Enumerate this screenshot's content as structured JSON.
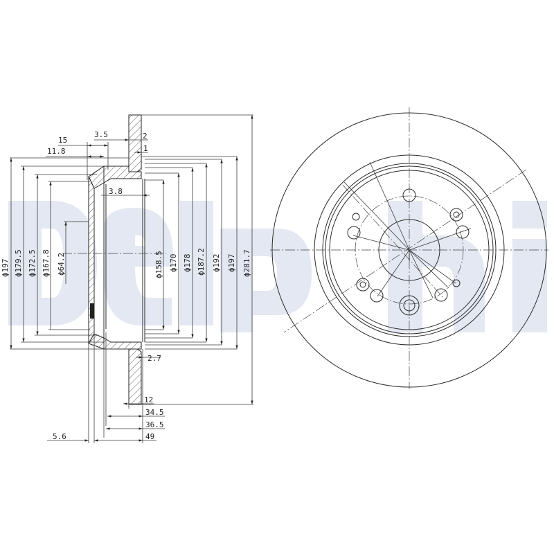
{
  "watermark": {
    "brand": "Delphi",
    "color": "#e3e8f2"
  },
  "section_view": {
    "axial_dimensions": [
      {
        "id": "dim-15",
        "label": "15"
      },
      {
        "id": "dim-11-8",
        "label": "11.8"
      },
      {
        "id": "dim-3-5",
        "label": "3.5"
      },
      {
        "id": "dim-2",
        "label": "2"
      },
      {
        "id": "dim-1",
        "label": "1"
      },
      {
        "id": "dim-3-8",
        "label": "3.8"
      },
      {
        "id": "dim-2-7",
        "label": "2.7"
      },
      {
        "id": "dim-12",
        "label": "12"
      },
      {
        "id": "dim-34-5",
        "label": "34.5"
      },
      {
        "id": "dim-36-5",
        "label": "36.5"
      },
      {
        "id": "dim-49",
        "label": "49"
      },
      {
        "id": "dim-5-6",
        "label": "5.6"
      }
    ],
    "left_diameters": [
      {
        "id": "dia-197-left",
        "label": "ϕ197"
      },
      {
        "id": "dia-179-5",
        "label": "ϕ179.5"
      },
      {
        "id": "dia-172-5",
        "label": "ϕ172.5"
      },
      {
        "id": "dia-167-8",
        "label": "ϕ167.8"
      },
      {
        "id": "dia-64-2",
        "label": "ϕ64.2"
      }
    ],
    "right_diameters": [
      {
        "id": "dia-158-5",
        "label": "ϕ158.5"
      },
      {
        "id": "dia-170",
        "label": "ϕ170"
      },
      {
        "id": "dia-178",
        "label": "ϕ178"
      },
      {
        "id": "dia-187-2",
        "label": "ϕ187.2"
      },
      {
        "id": "dia-192",
        "label": "ϕ192"
      },
      {
        "id": "dia-197-right",
        "label": "ϕ197"
      },
      {
        "id": "dia-281-7",
        "label": "ϕ281.7"
      }
    ]
  },
  "front_view": {
    "outer_diameter": "ϕ281.7",
    "bolt_holes": 5,
    "aux_holes": 5
  }
}
